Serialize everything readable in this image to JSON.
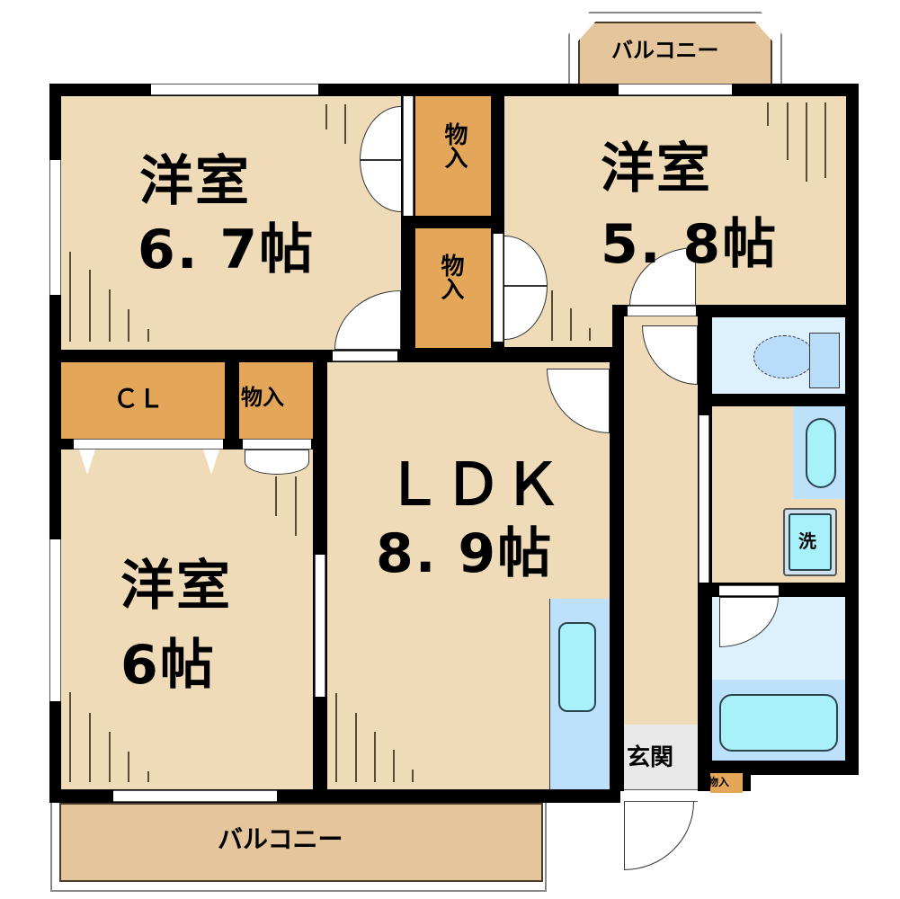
{
  "floorplan": {
    "balcony_top": {
      "label": "バルコニー"
    },
    "balcony_bottom": {
      "label": "バルコニー"
    },
    "rooms": {
      "western_room_1": {
        "name": "洋室",
        "size": "6. 7帖"
      },
      "western_room_2": {
        "name": "洋室",
        "size": "5. 8帖"
      },
      "western_room_3": {
        "name": "洋室",
        "size": "6帖"
      },
      "ldk": {
        "name": "ＬＤＫ",
        "size": "8. 9帖"
      },
      "entrance": {
        "name": "玄関"
      }
    },
    "storage": {
      "closet_a": {
        "label": "物入"
      },
      "closet_b": {
        "label": "物入"
      },
      "cl": {
        "label": "ＣＬ"
      },
      "closet_c": {
        "label": "物入"
      },
      "shoe_storage": {
        "label": "物入"
      }
    },
    "fixtures": {
      "washer": {
        "label": "洗"
      },
      "toilet": {
        "icon": "toilet-icon"
      },
      "washbasin": {
        "icon": "washbasin-icon"
      },
      "bathtub": {
        "icon": "bathtub-icon"
      },
      "kitchen_sink": {
        "icon": "kitchen-sink-icon"
      }
    },
    "colors": {
      "wall": "#000000",
      "floor": "#f0dbb8",
      "storage": "#e4a75a",
      "bath": "#ddf1fd",
      "balcony": "#e5c69c",
      "fixture": "#a8f1fb"
    }
  }
}
